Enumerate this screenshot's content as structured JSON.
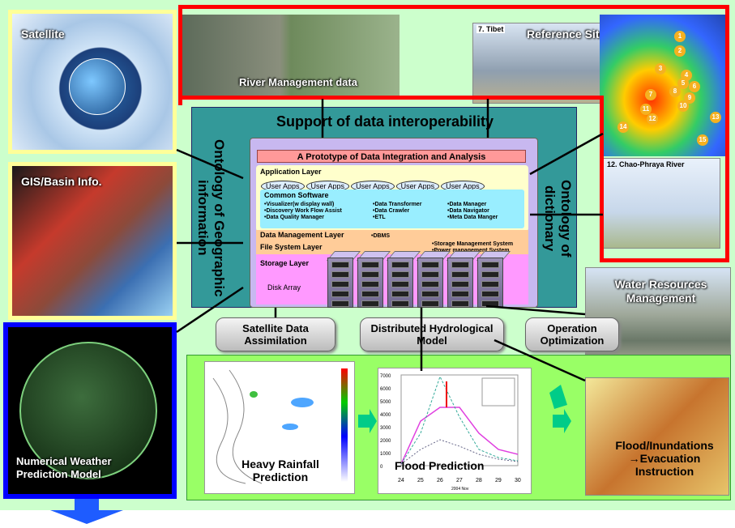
{
  "panels": {
    "satellite": "Satellite",
    "river": "River Management data",
    "reference": "Reference Site Data",
    "tibet": "7. Tibet",
    "chao": "12. Chao-Phraya River",
    "gis": "GIS/Basin Info.",
    "nwp": "Numerical Weather Prediction Model",
    "water": "Water Resources Management",
    "heavy": "Heavy Rainfall Prediction",
    "flood_pred": "Flood Prediction",
    "flood_inund": "Flood/Inundations →Evacuation Instruction"
  },
  "center": {
    "support": "Support of data interoperability",
    "prototype": "A Prototype of Data Integration and Analysis",
    "ont_geo": "Ontology of Geographic information",
    "ont_dict": "Ontology of dictionary",
    "app_layer": "Application Layer",
    "user_apps": [
      "User Apps",
      "User Apps",
      "User Apps",
      "User Apps",
      "User Apps"
    ],
    "common_sw": "Common Software",
    "sw_col1": [
      "•Visualizer(w display wall)",
      "•Discovery Work Flow Assist",
      "•Data Quality Manager"
    ],
    "sw_col2": [
      "•Data Transformer",
      "•Data Crawler",
      "•ETL"
    ],
    "sw_col3": [
      "•Data Manager",
      "•Data Navigator",
      "•Meta Data Manger"
    ],
    "dm_layer": "Data Management Layer",
    "dbms": "•DBMS",
    "fs_layer": "File System Layer",
    "fs_items": [
      "•Storage Management System",
      "•Power management System"
    ],
    "storage_layer": "Storage Layer",
    "disk_array": "Disk Array"
  },
  "buttons": {
    "sat_assim": "Satellite Data Assimilation",
    "dist_hydro": "Distributed Hydrological Model",
    "op_opt": "Operation Optimization"
  },
  "map_numbers": [
    "1",
    "2",
    "3",
    "4",
    "5",
    "6",
    "7",
    "8",
    "9",
    "10",
    "11",
    "12",
    "13",
    "14",
    "15"
  ],
  "flood_chart": {
    "y_ticks": [
      "7000",
      "6000",
      "5000",
      "4000",
      "3000",
      "2000",
      "1000",
      "0"
    ],
    "x_ticks": [
      "24",
      "25",
      "26",
      "27",
      "28",
      "29",
      "30"
    ],
    "x_caption": "2004 Nov"
  },
  "colors": {
    "red_frame": "#ff0000",
    "blue_frame": "#0000ff",
    "teal": "#339999",
    "bg": "#ccffcc"
  }
}
